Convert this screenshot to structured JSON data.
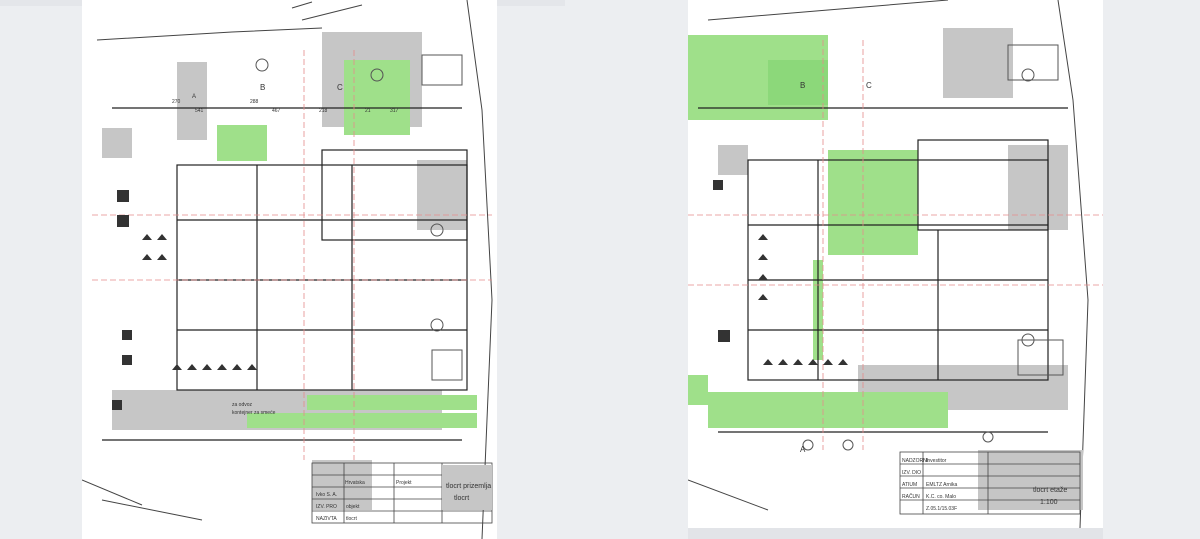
{
  "viewer": {
    "pages": 2
  },
  "colors": {
    "highlight": "#9fe08a",
    "fill": "#c6c6c6",
    "line": "#333333",
    "background": "#eceef1"
  },
  "left_plan": {
    "axis_labels": [
      "A",
      "B",
      "C"
    ],
    "dimensions": [
      "270",
      "541",
      "288",
      "467",
      "218",
      "21",
      "317"
    ],
    "notes": [
      "za odvoz",
      "kontejner za smeće"
    ],
    "title_block": {
      "rows": [
        "Hrvatska",
        "Ivko S. A.",
        "IZV. PRO",
        "NAZIVTA"
      ],
      "values": [
        "Projekt",
        "objekt",
        "tlocrt"
      ],
      "sheet_title": [
        "tlocrt prizemlja",
        "tlocrt"
      ]
    }
  },
  "right_plan": {
    "axis_labels": [
      "A",
      "B",
      "C"
    ],
    "title_block": {
      "rows": [
        "NADZORNI",
        "IZV. DIO",
        "ATIUM",
        "RAČUN"
      ],
      "values": [
        "Investitor",
        "EMLTZ Arnika",
        "K.C. co. Malo",
        "Z.05.1/15.03F"
      ],
      "sheet_title": [
        "tlocrt etaže",
        "1:100"
      ]
    }
  }
}
